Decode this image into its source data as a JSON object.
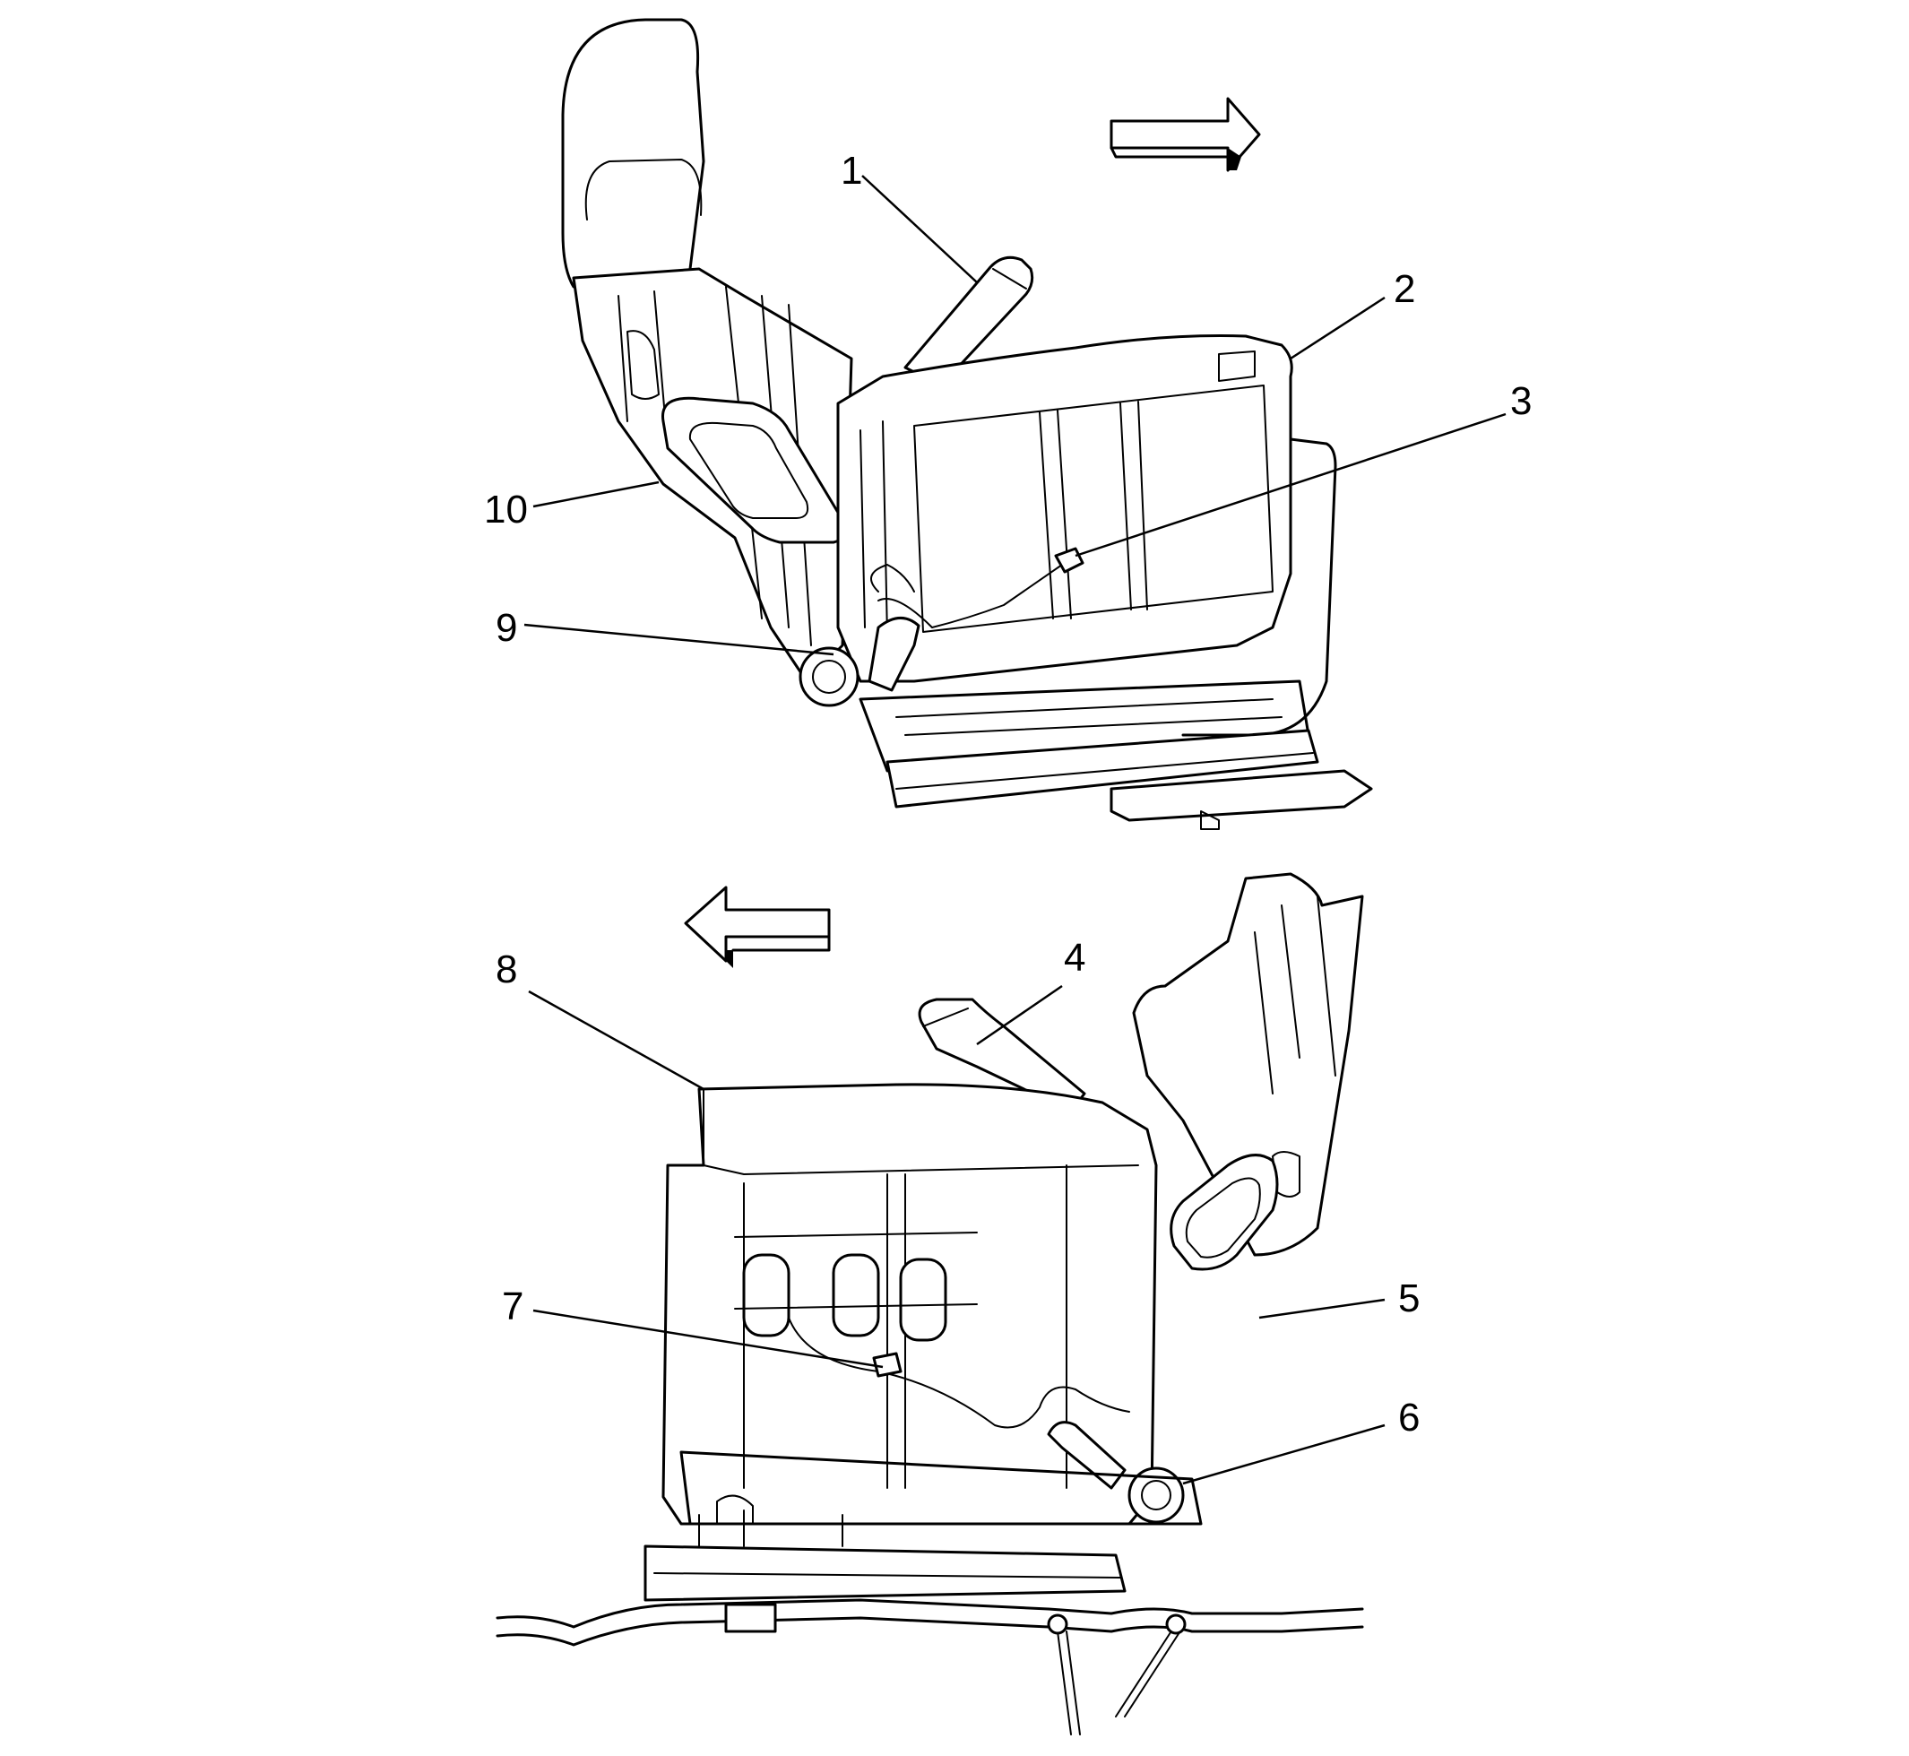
{
  "figure": {
    "callouts": [
      {
        "id": "callout-1",
        "text": "1"
      },
      {
        "id": "callout-2",
        "text": "2"
      },
      {
        "id": "callout-3",
        "text": "3"
      },
      {
        "id": "callout-4",
        "text": "4"
      },
      {
        "id": "callout-5",
        "text": "5"
      },
      {
        "id": "callout-6",
        "text": "6"
      },
      {
        "id": "callout-7",
        "text": "7"
      },
      {
        "id": "callout-8",
        "text": "8"
      },
      {
        "id": "callout-9",
        "text": "9"
      },
      {
        "id": "callout-10",
        "text": "10"
      }
    ],
    "arrows": {
      "top": "direction-arrow-right",
      "bottom": "direction-arrow-left"
    }
  }
}
